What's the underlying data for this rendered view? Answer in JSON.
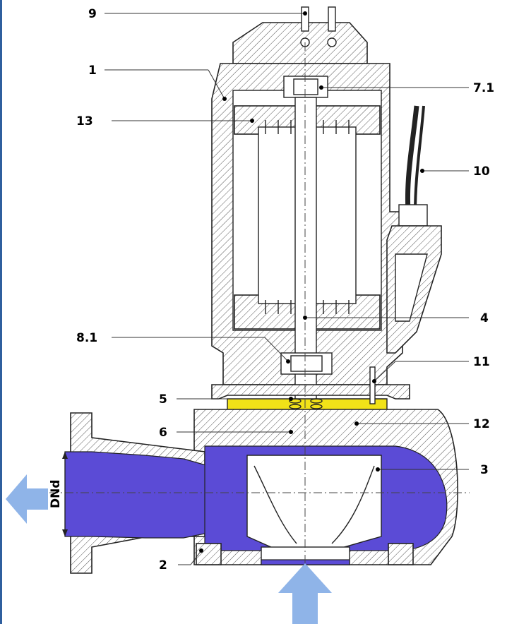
{
  "figure": {
    "labels": {
      "l9": "9",
      "l1": "1",
      "l71": "7.1",
      "l13": "13",
      "l10": "10",
      "l4": "4",
      "l81": "8.1",
      "l11": "11",
      "l5": "5",
      "l6": "6",
      "l12": "12",
      "l3": "3",
      "l2": "2",
      "dim": "DNd"
    },
    "colors": {
      "fluid": "#5b4bd6",
      "seal_chamber": "#f1e218",
      "flow_arrow": "#8fb4e8",
      "frame_bar": "#2f5f9e"
    },
    "icons": [
      "outlet-flow-arrow-icon",
      "inlet-flow-arrow-icon"
    ]
  }
}
